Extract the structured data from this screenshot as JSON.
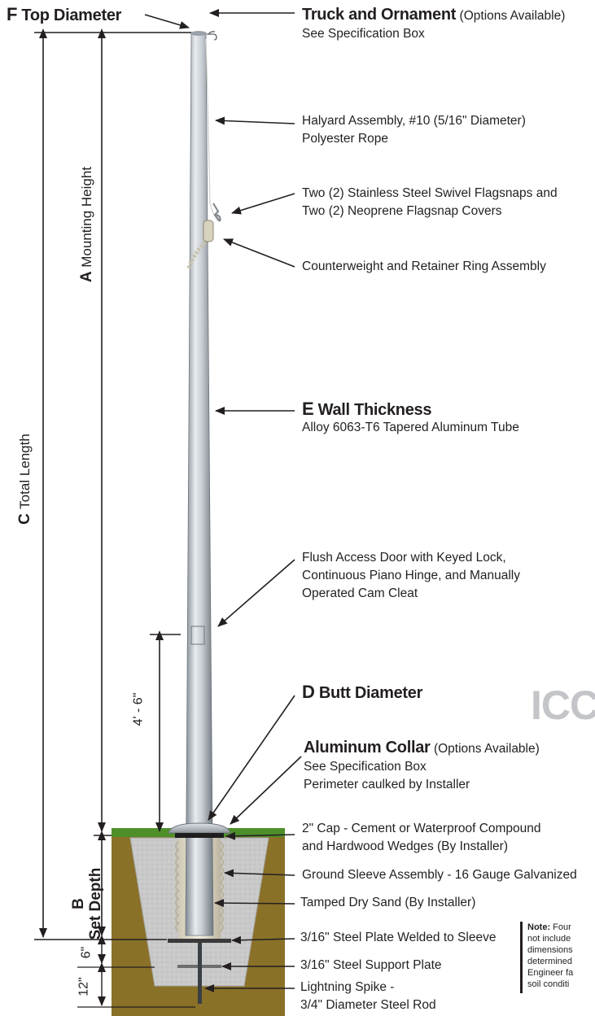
{
  "labels": {
    "top_diameter": {
      "letter": "F",
      "text": "Top Diameter"
    },
    "truck": {
      "title": "Truck and Ornament",
      "options": "(Options Available)",
      "sub": "See Specification Box"
    },
    "halyard": {
      "line1": "Halyard Assembly, #10 (5/16\" Diameter)",
      "line2": "Polyester Rope"
    },
    "flagsnaps": {
      "line1": "Two (2) Stainless Steel Swivel Flagsnaps and",
      "line2": "Two (2) Neoprene Flagsnap Covers"
    },
    "counterweight": {
      "line1": "Counterweight and Retainer Ring Assembly"
    },
    "wall": {
      "letter": "E",
      "title": "Wall Thickness",
      "sub": "Alloy 6063-T6 Tapered Aluminum Tube"
    },
    "door": {
      "line1": "Flush Access Door with Keyed Lock,",
      "line2": "Continuous Piano Hinge, and Manually",
      "line3": "Operated Cam Cleat"
    },
    "butt": {
      "letter": "D",
      "title": "Butt Diameter"
    },
    "collar": {
      "title": "Aluminum Collar",
      "options": "(Options Available)",
      "sub1": "See Specification Box",
      "sub2": "Perimeter caulked by Installer"
    },
    "cap": {
      "line1": "2\" Cap - Cement or Waterproof Compound",
      "line2": "and Hardwood Wedges (By Installer)"
    },
    "sleeve": {
      "line1": "Ground Sleeve Assembly - 16 Gauge Galvanized"
    },
    "sand": {
      "line1": "Tamped Dry Sand (By Installer)"
    },
    "plate_welded": {
      "line1": "3/16\" Steel Plate Welded to Sleeve"
    },
    "support_plate": {
      "line1": "3/16\" Steel Support Plate"
    },
    "spike": {
      "line1": "Lightning Spike -",
      "line2": "3/4\" Diameter Steel Rod"
    }
  },
  "dimensions": {
    "mounting_height": {
      "letter": "A",
      "text": "Mounting Height"
    },
    "total_length": {
      "letter": "C",
      "text": "Total Length"
    },
    "set_depth": {
      "letter": "B",
      "text": "Set Depth"
    },
    "door_height": "4' - 6\"",
    "six_inch": "6\"",
    "twelve_inch": "12\""
  },
  "watermark": "ICC-",
  "note": {
    "bold": "Note:",
    "lines": [
      "Four",
      "not include",
      "dimensions",
      "determined",
      "Engineer fa",
      "soil conditi"
    ]
  },
  "colors": {
    "soil": "#8a7128",
    "concrete": "#c9c9c9",
    "grass": "#4e8f2a",
    "pole_light": "#e6e9ee",
    "pole_dark": "#7f8890",
    "ink": "#231f20"
  }
}
